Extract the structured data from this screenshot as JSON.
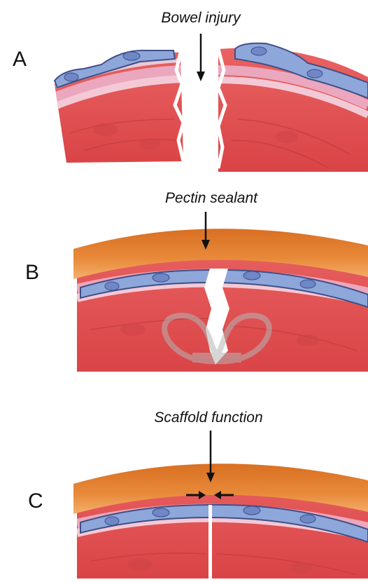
{
  "panels": [
    {
      "letter": "A",
      "caption": "Bowel injury"
    },
    {
      "letter": "B",
      "caption": "Pectin sealant"
    },
    {
      "letter": "C",
      "caption": "Scaffold function"
    }
  ],
  "colors": {
    "muscle": "#e0504f",
    "muscle_dark": "#c83c3e",
    "fiber": "#a6343a",
    "submucosa": "#eba7bd",
    "submucosa_light": "#f3c9d6",
    "epithelium": "#8ea7db",
    "epithelium_edge": "#3f4f86",
    "nucleus": "#6f87c7",
    "sealant": "#e27e2c",
    "sealant_light": "#f2a45a",
    "arrow": "#111111"
  }
}
